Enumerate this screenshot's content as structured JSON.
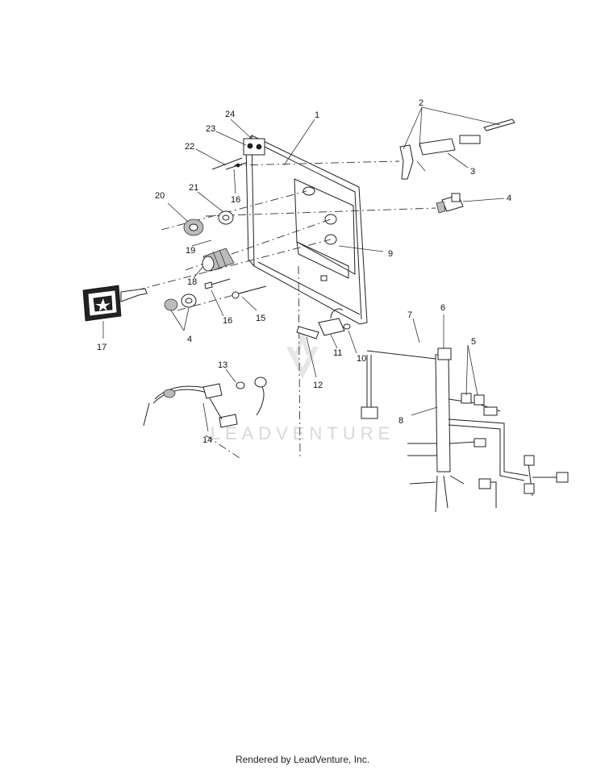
{
  "diagram": {
    "callouts": {
      "c1": "1",
      "c2": "2",
      "c3": "3",
      "c4a": "4",
      "c4b": "4",
      "c5": "5",
      "c6": "6",
      "c7": "7",
      "c8": "8",
      "c9": "9",
      "c10": "10",
      "c11": "11",
      "c12": "12",
      "c13": "13",
      "c14": "14",
      "c15": "15",
      "c16a": "16",
      "c16b": "16",
      "c17": "17",
      "c18": "18",
      "c19": "19",
      "c20": "20",
      "c21": "21",
      "c22": "22",
      "c23": "23",
      "c24": "24"
    },
    "watermark": "LEADVENTURE"
  },
  "footer": {
    "text": "Rendered by LeadVenture, Inc."
  }
}
